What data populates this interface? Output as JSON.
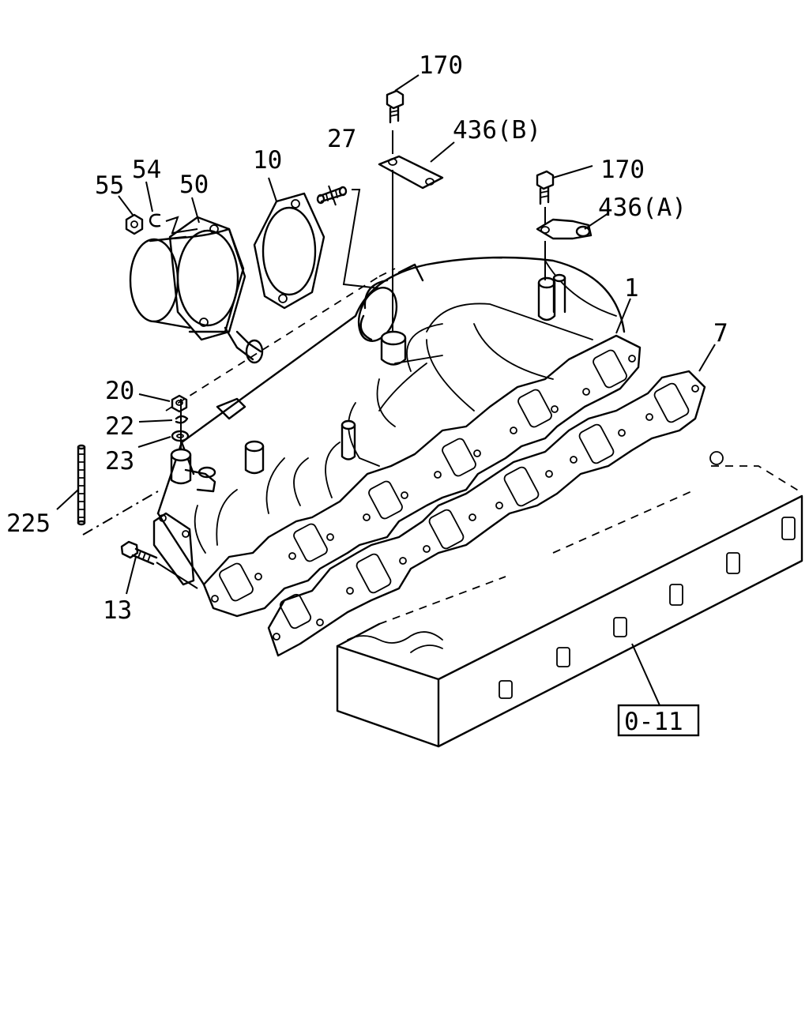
{
  "callouts": {
    "c170_top": "170",
    "c436b": "436(B)",
    "c27": "27",
    "c170_right": "170",
    "c436a": "436(A)",
    "c55": "55",
    "c54": "54",
    "c50": "50",
    "c10": "10",
    "c1": "1",
    "c7": "7",
    "c20": "20",
    "c22": "22",
    "c23": "23",
    "c225": "225",
    "c13": "13"
  },
  "reference": "0-11"
}
